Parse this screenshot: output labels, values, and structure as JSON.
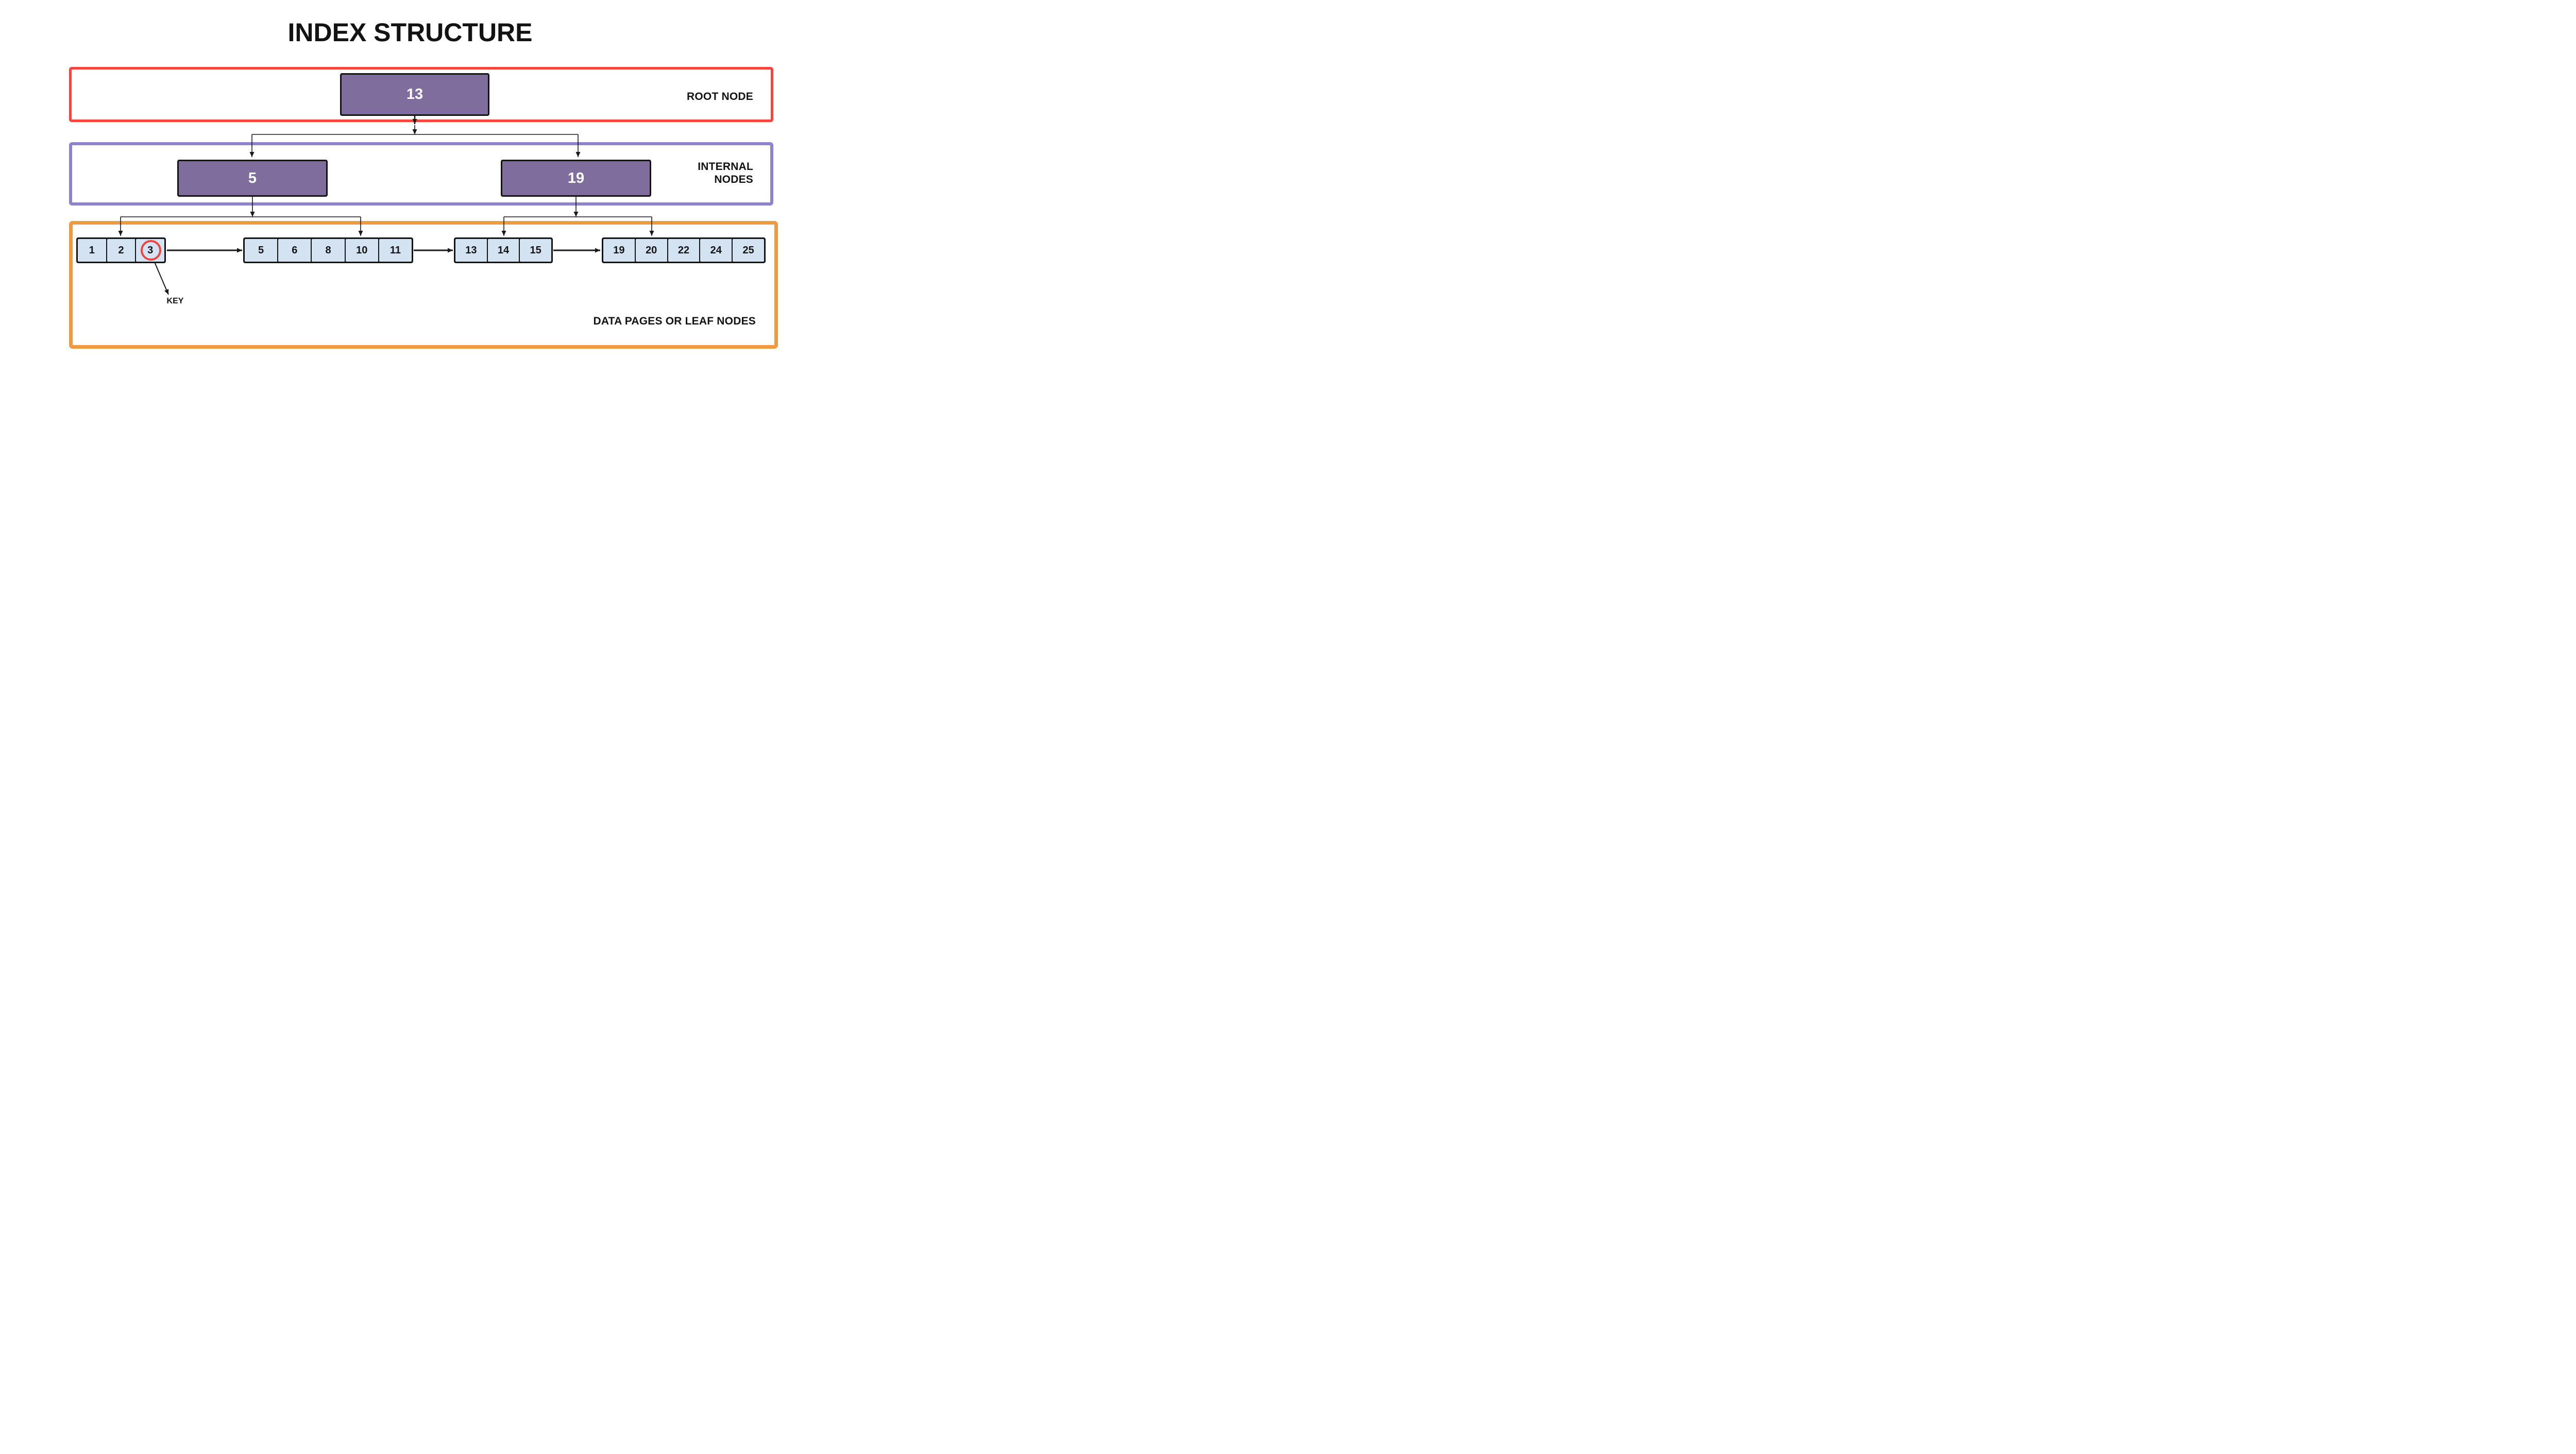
{
  "title": "INDEX STRUCTURE",
  "colors": {
    "root_container_border": "#f3463f",
    "internal_container_border": "#8e82cd",
    "leaf_container_border": "#ee9a40",
    "node_fill": "#7e6d9d",
    "leaf_cell_fill": "#d4e3f2",
    "key_circle": "#ee4540",
    "connector_line": "#1a1a1a"
  },
  "sections": {
    "root": {
      "label": "ROOT NODE",
      "node": "13"
    },
    "internal": {
      "label_lines": [
        "INTERNAL",
        "NODES"
      ],
      "nodes": [
        "5",
        "19"
      ]
    },
    "leaf": {
      "label": "DATA PAGES OR LEAF NODES",
      "key_label": "KEY",
      "circled_value": "3",
      "groups": [
        {
          "cells": [
            "1",
            "2",
            "3"
          ]
        },
        {
          "cells": [
            "5",
            "6",
            "8",
            "10",
            "11"
          ]
        },
        {
          "cells": [
            "13",
            "14",
            "15"
          ]
        },
        {
          "cells": [
            "19",
            "20",
            "22",
            "24",
            "25"
          ]
        }
      ]
    }
  }
}
